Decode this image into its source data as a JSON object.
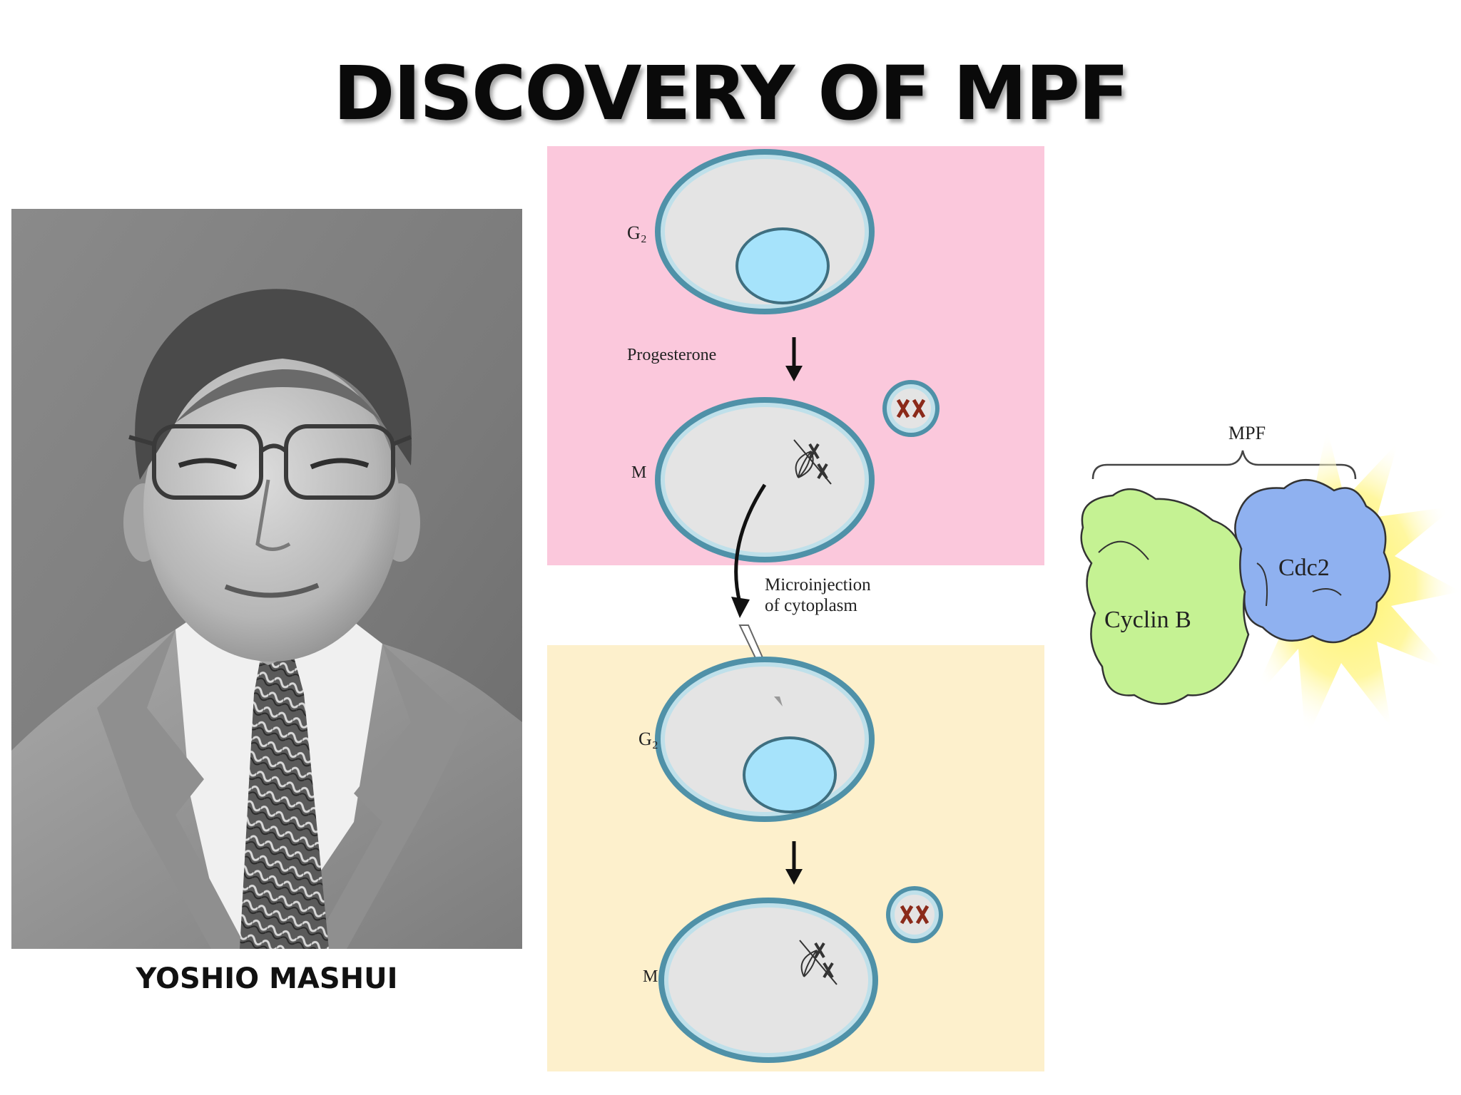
{
  "slide": {
    "title": "DISCOVERY OF MPF"
  },
  "portrait": {
    "caption": "YOSHIO MASHUI"
  },
  "oocyte_diagram": {
    "stage_labels": {
      "g2_top": "G₂",
      "m_top": "M",
      "g2_bottom": "G₂",
      "m_bottom": "M"
    },
    "progesterone_label": "Progesterone",
    "microinjection_line1": "Microinjection",
    "microinjection_line2": "of cytoplasm",
    "colors": {
      "top_panel": "#fbc8dc",
      "bottom_panel": "#fdf0cc",
      "cell_fill": "#e4e4e4",
      "cell_outline": "#4f91a8",
      "nucleus_fill": "#a6e3fb"
    }
  },
  "mpf_diagram": {
    "label": "MPF",
    "cyclin_label": "Cyclin B",
    "cdc2_label": "Cdc2",
    "colors": {
      "cyclin": "#c5f293",
      "cdc2": "#8fb1f0",
      "glow": "#fff36a"
    }
  }
}
